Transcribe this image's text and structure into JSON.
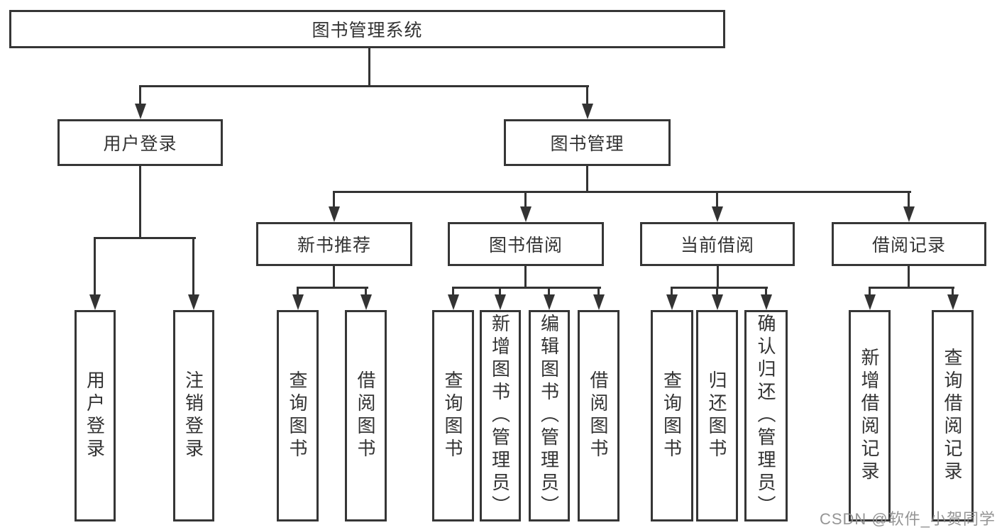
{
  "diagram": {
    "root": {
      "label": "图书管理系统"
    },
    "l2": [
      {
        "label": "用户登录"
      },
      {
        "label": "图书管理"
      }
    ],
    "l3": [
      {
        "label": "新书推荐"
      },
      {
        "label": "图书借阅"
      },
      {
        "label": "当前借阅"
      },
      {
        "label": "借阅记录"
      }
    ],
    "leaves": [
      {
        "label": "用户登录"
      },
      {
        "label": "注销登录"
      },
      {
        "label": "查询图书"
      },
      {
        "label": "借阅图书"
      },
      {
        "label": "查询图书"
      },
      {
        "label": "新增图书（管理员）"
      },
      {
        "label": "编辑图书（管理员）"
      },
      {
        "label": "借阅图书"
      },
      {
        "label": "查询图书"
      },
      {
        "label": "归还图书"
      },
      {
        "label": "确认归还（管理员）"
      },
      {
        "label": "新增借阅记录"
      },
      {
        "label": "查询借阅记录"
      }
    ]
  },
  "watermark": {
    "text": "CSDN @软件_小贺同学"
  },
  "colors": {
    "line": "#333333",
    "box_border": "#363636",
    "text": "#333333",
    "background": "#ffffff",
    "watermark": "#8c8c8c"
  }
}
